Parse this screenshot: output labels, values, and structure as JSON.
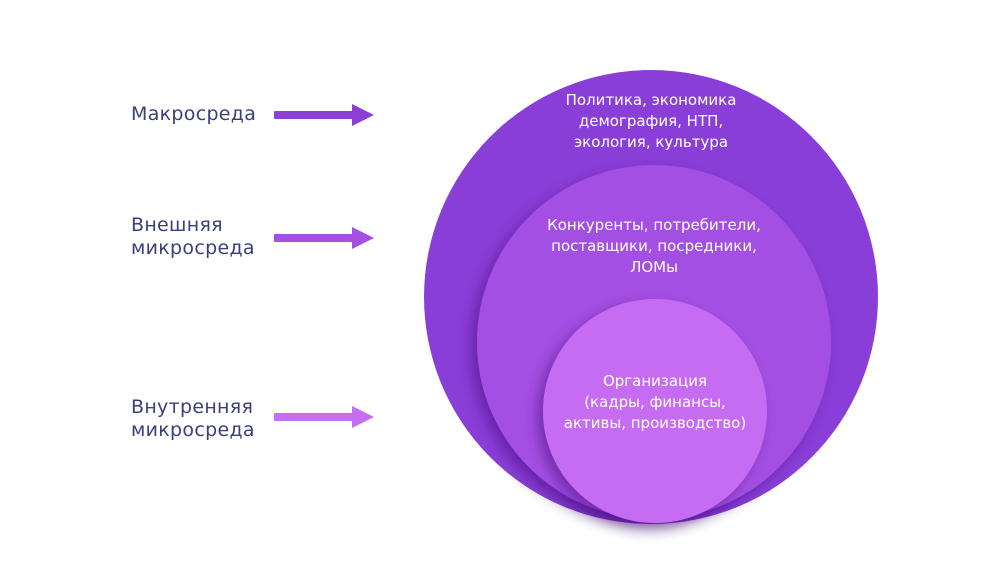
{
  "levels": [
    {
      "label_lines": [
        "Макросреда"
      ],
      "content_lines": [
        "Политика, экономика",
        "демография, НТП,",
        "экология, культура"
      ],
      "arrow_color": "#8b3fd6",
      "circle_color": "#8a3ed8"
    },
    {
      "label_lines": [
        "Внешняя",
        "микросреда"
      ],
      "content_lines": [
        "Конкуренты, потребители,",
        "поставщики, посредники,",
        "ЛОМы"
      ],
      "arrow_color": "#a54fe2",
      "circle_color": "#a44fe3"
    },
    {
      "label_lines": [
        "Внутренняя",
        "микросреда"
      ],
      "content_lines": [
        "Организация",
        "(кадры, финансы,",
        "активы, производство)"
      ],
      "arrow_color": "#c66ef0",
      "circle_color": "#c56cf2"
    }
  ],
  "colors": {
    "label_text": "#3a3f7a",
    "circle_text": "#ffffff"
  }
}
